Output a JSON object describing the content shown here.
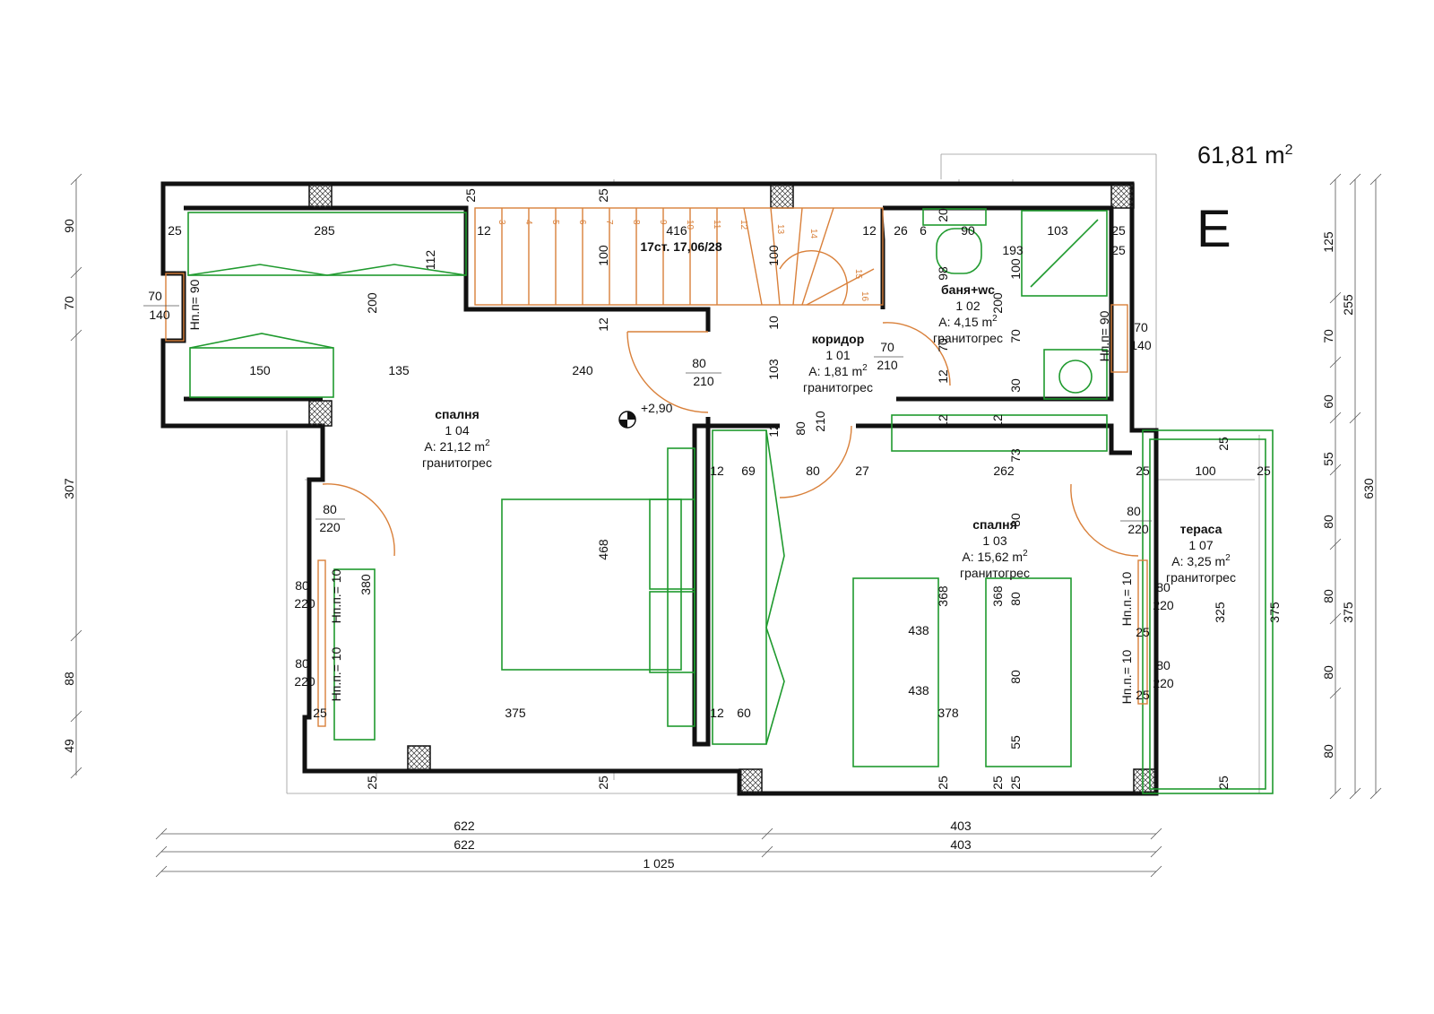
{
  "header": {
    "area": "61,81 m",
    "area_sup": "2",
    "unit_letter": "E"
  },
  "rooms": [
    {
      "key": "bedroom1",
      "name": "спалня",
      "number": "1 04",
      "area": "A: 21,12 m",
      "sup": "2",
      "floor": "гранитогрес"
    },
    {
      "key": "corridor",
      "name": "коридор",
      "number": "1 01",
      "area": "A: 1,81 m",
      "sup": "2",
      "floor": "гранитогрес"
    },
    {
      "key": "bath",
      "name": "баня+wc",
      "number": "1 02",
      "area": "A: 4,15 m",
      "sup": "2",
      "floor": "гранитогрес"
    },
    {
      "key": "bedroom2",
      "name": "спалня",
      "number": "1 03",
      "area": "A: 15,62 m",
      "sup": "2",
      "floor": "гранитогрес"
    },
    {
      "key": "terrace",
      "name": "тераса",
      "number": "1 07",
      "area": "A: 3,25 m",
      "sup": "2",
      "floor": "гранитогрес"
    }
  ],
  "annotations": {
    "stair": "17ст. 17,06/28",
    "level": "+2,90",
    "window_left": "Нп.п= 90",
    "window_bath": "Нп.п= 90",
    "window_10": "Нп.п.= 10",
    "window_10_r": "Нп.п.= 10"
  },
  "stair_steps": [
    "3",
    "4",
    "5",
    "6",
    "7",
    "8",
    "9",
    "10",
    "11",
    "12",
    "13",
    "14",
    "15",
    "16"
  ],
  "dims": {
    "d25a": "25",
    "d285": "285",
    "d112": "112",
    "d200": "200",
    "d150": "150",
    "d135": "135",
    "d240": "240",
    "d25b": "25",
    "d25c": "25",
    "d12a": "12",
    "d416": "416",
    "d100a": "100",
    "d12b": "12",
    "d100b": "100",
    "d12c": "12",
    "d10a": "10",
    "d26": "26",
    "d6": "6",
    "d90": "90",
    "d20": "20",
    "d103a": "103",
    "d25d": "25",
    "d193": "193",
    "d25e": "25",
    "d98": "98",
    "d100c": "100",
    "d200b": "200",
    "d70a": "70",
    "d30": "30",
    "d70b": "70",
    "d12d": "12",
    "d103b": "103",
    "d12e": "12",
    "d12f": "12",
    "d12g": "12",
    "d73": "73",
    "d12h": "12",
    "d69": "69",
    "d80a": "80",
    "d27": "27",
    "d262": "262",
    "d25f": "25",
    "d100d": "100",
    "d25g": "25",
    "d468": "468",
    "d380": "380",
    "d368a": "368",
    "d368b": "368",
    "d80b": "80",
    "d80c": "80",
    "d80d": "80",
    "d438a": "438",
    "d438b": "438",
    "d375a": "375",
    "d378": "378",
    "d12i": "12",
    "d60": "60",
    "d25h": "25",
    "d25i": "25",
    "d25j": "25",
    "d55": "55",
    "d325": "325",
    "d375b": "375",
    "d25k": "25",
    "d25l": "25",
    "d25m": "25",
    "d25n": "25",
    "d25o": "25",
    "d25p": "25",
    "d25q": "25",
    "d25r": "25"
  },
  "openings": {
    "w70": "70",
    "w140": "140",
    "o80_210a": "80",
    "o80_210b": "210",
    "o70": "70",
    "o210": "210",
    "o80v": "80",
    "o210v": "210",
    "d80_220a": "80",
    "d80_220b": "220",
    "w80a": "80",
    "w220a": "220",
    "w80b": "80",
    "w220b": "220",
    "b70": "70",
    "b140": "140",
    "t80": "80",
    "t220": "220",
    "t80b": "80",
    "t220b": "220",
    "t80c": "80",
    "t220c": "220"
  },
  "left_dims": [
    "90",
    "70",
    "307",
    "88",
    "49"
  ],
  "right_dims_outer": [
    "125",
    "70",
    "60",
    "55",
    "80",
    "80",
    "80",
    "80"
  ],
  "right_dims_mid": [
    "255",
    "375"
  ],
  "right_dims_total": "630",
  "bottom_dims": {
    "row1": [
      "622",
      "403"
    ],
    "row2": [
      "622",
      "403"
    ],
    "total": "1 025"
  }
}
